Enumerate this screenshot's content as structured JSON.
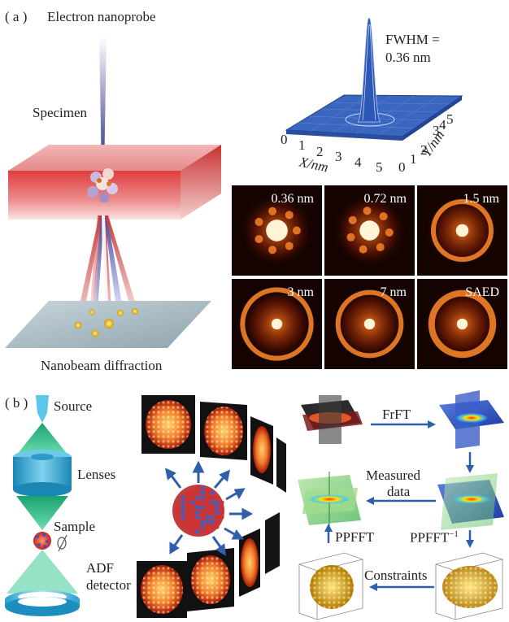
{
  "panel_a": {
    "label": "( a )",
    "title": "Electron nanoprobe",
    "specimen": "Specimen",
    "diffraction": "Nanobeam diffraction",
    "fwhm_line1": "FWHM =",
    "fwhm_line2": "0.36 nm",
    "x_axis_label": "X/nm",
    "y_axis_label": "Y/nm",
    "x_ticks": [
      "0",
      "1",
      "2",
      "3",
      "4",
      "5"
    ],
    "y_ticks": [
      "0",
      "1",
      "2",
      "3",
      "4",
      "5"
    ],
    "tiles": [
      {
        "label": "0.36 nm",
        "ring": 0.0,
        "core": 0.12
      },
      {
        "label": "0.72 nm",
        "ring": 0.0,
        "core": 0.11
      },
      {
        "label": "1.5 nm",
        "ring": 0.32,
        "core": 0.07
      },
      {
        "label": "3 nm",
        "ring": 0.38,
        "core": 0.06
      },
      {
        "label": "7 nm",
        "ring": 0.35,
        "core": 0.06
      },
      {
        "label": "SAED",
        "ring": 0.34,
        "core": 0.06
      }
    ]
  },
  "panel_b": {
    "label": "( b )",
    "source": "Source",
    "lenses": "Lenses",
    "sample": "Sample",
    "adf_line1": "ADF",
    "adf_line2": "detector",
    "frft": "FrFT",
    "measured_line1": "Measured",
    "measured_line2": "data",
    "ppfft": "PPFFT",
    "ppfft_inv": "PPFFT",
    "ppfft_inv_sup": "−1",
    "constraints": "Constraints"
  },
  "colors": {
    "slab_red": "#e04848",
    "beam_blue": "#2a2f8a",
    "lens_cyan": "#2aa0c8",
    "cone_green": "#3cc08a",
    "arrow_blue": "#2f5fa8",
    "gold": "#d9a520"
  }
}
